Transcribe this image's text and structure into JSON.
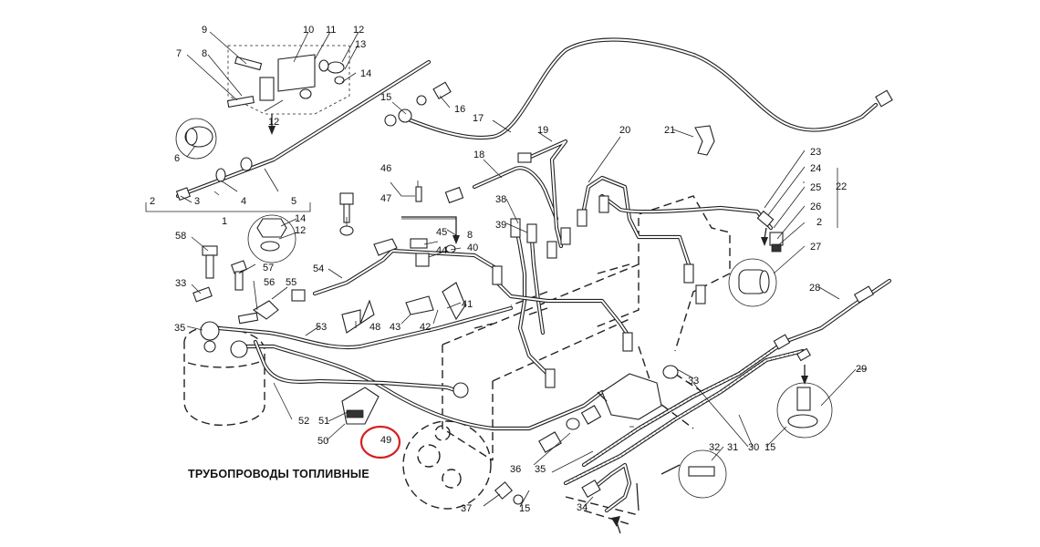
{
  "diagram": {
    "title": "ТРУБОПРОВОДЫ ТОПЛИВНЫЕ",
    "highlight_color": "#d42020",
    "highlighted_label": "49",
    "labels": [
      "1",
      "2",
      "3",
      "4",
      "5",
      "6",
      "7",
      "8",
      "9",
      "10",
      "11",
      "12",
      "13",
      "14",
      "12",
      "15",
      "16",
      "17",
      "18",
      "19",
      "20",
      "21",
      "22",
      "23",
      "24",
      "25",
      "26",
      "2",
      "27",
      "28",
      "29",
      "30",
      "15",
      "31",
      "32",
      "33",
      "34",
      "15",
      "35",
      "36",
      "35",
      "37",
      "38",
      "39",
      "40",
      "8",
      "41",
      "42",
      "43",
      "44",
      "45",
      "46",
      "47",
      "48",
      "49",
      "50",
      "51",
      "52",
      "53",
      "54",
      "55",
      "56",
      "57",
      "58",
      "33",
      "14",
      "12"
    ]
  }
}
